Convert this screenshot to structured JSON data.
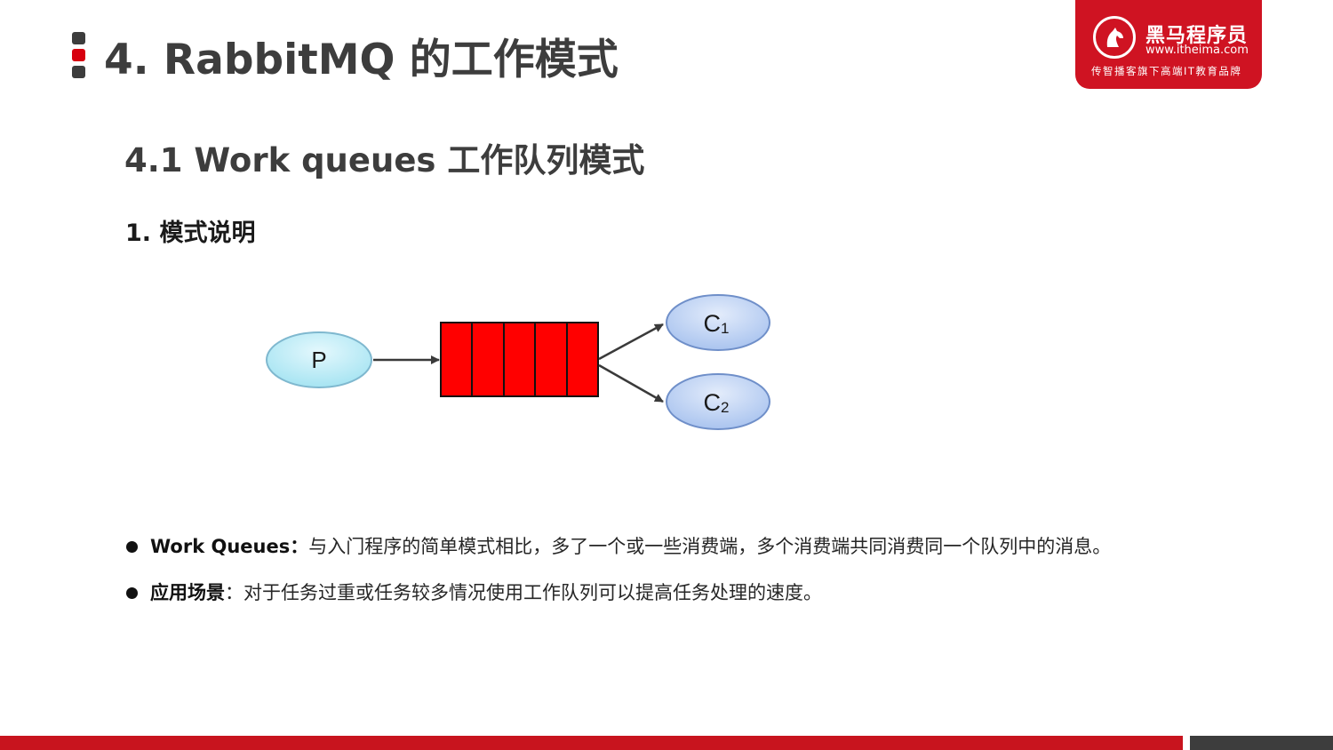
{
  "header": {
    "title": "4. RabbitMQ 的工作模式"
  },
  "logo": {
    "name": "黑马程序员",
    "url": "www.itheima.com",
    "slogan": "传智播客旗下高端IT教育品牌",
    "icon": "horse-head-icon"
  },
  "section": {
    "heading": "4.1 Work queues 工作队列模式",
    "subheading": "1. 模式说明"
  },
  "diagram": {
    "producer": {
      "label": "P"
    },
    "queue": {
      "slots": 5,
      "color": "#ff0000"
    },
    "consumers": [
      {
        "label": "C",
        "subscript": "1"
      },
      {
        "label": "C",
        "subscript": "2"
      }
    ],
    "colors": {
      "producer_fill": "#b4ecf7",
      "consumer_fill": "#bcd3f5",
      "queue_fill": "#ff0000",
      "arrow": "#3a3a3a"
    }
  },
  "bullets": [
    {
      "term": "Work Queues",
      "separator": "：",
      "text": "与入门程序的简单模式相比，多了一个或一些消费端，多个消费端共同消费同一个队列中的消息。"
    },
    {
      "term": "应用场景",
      "separator": "：",
      "text": "对于任务过重或任务较多情况使用工作队列可以提高任务处理的速度。"
    }
  ],
  "theme": {
    "accent": "#c8141e",
    "dark": "#3d3d3d"
  }
}
